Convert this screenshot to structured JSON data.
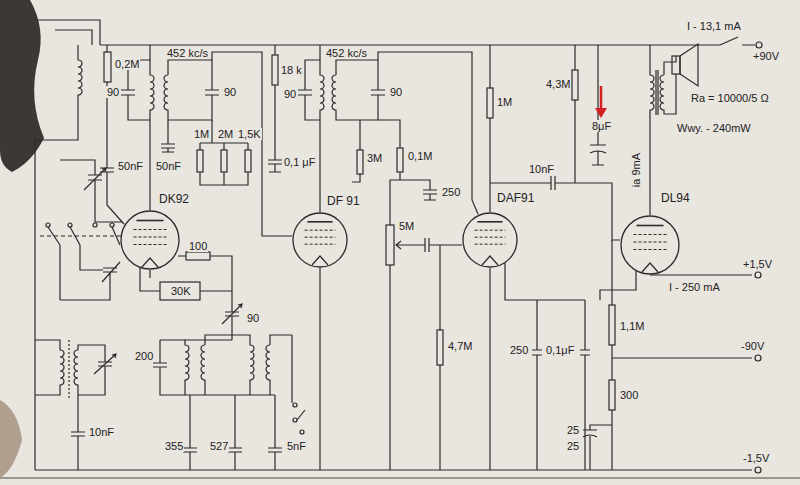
{
  "diagram": {
    "nodes": [
      {
        "text": [
          "DK92"
        ]
      },
      {
        "text": [
          "DF 91"
        ]
      },
      {
        "text": [
          "DAF91"
        ]
      },
      {
        "text": [
          "DL94"
        ]
      }
    ],
    "labels": [
      "0,2M",
      "452 kc/s",
      "90",
      "90",
      "50nF",
      "50nF",
      "1M",
      "2M",
      "1,5K",
      "18 k",
      "452 kc/s",
      "90",
      "90",
      "0,1 μF",
      "3M",
      "0,1M",
      "250",
      "1M",
      "4,3M",
      "8μF",
      "10nF",
      "Ra = 10000/5 Ω",
      "Wwy. - 240mW",
      "I - 13,1 mA",
      "+90V",
      "ia 9mA",
      "+1,5V",
      "I - 250 mA",
      "100",
      "30K",
      "90",
      "5M",
      "4,7M",
      "250",
      "0,1μF",
      "1,1M",
      "300",
      "-90V",
      "25",
      "25",
      "-1,5V",
      "10nF",
      "200",
      "355",
      "527",
      "5nF"
    ]
  }
}
